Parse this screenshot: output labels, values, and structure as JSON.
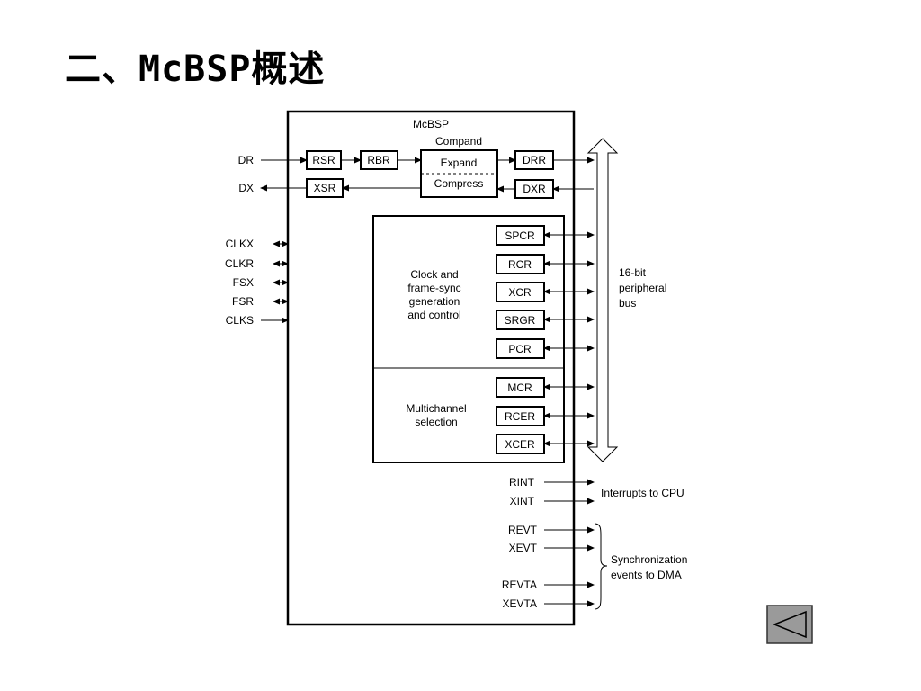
{
  "title": "二、McBSP概述",
  "diagram": {
    "block_title": "McBSP",
    "compand": {
      "label": "Compand",
      "expand": "Expand",
      "compress": "Compress"
    },
    "registers": {
      "rsr": "RSR",
      "rbr": "RBR",
      "drr": "DRR",
      "xsr": "XSR",
      "dxr": "DXR",
      "spcr": "SPCR",
      "rcr": "RCR",
      "xcr": "XCR",
      "srgr": "SRGR",
      "pcr": "PCR",
      "mcr": "MCR",
      "rcer": "RCER",
      "xcer": "XCER"
    },
    "left_pins": {
      "dr": "DR",
      "dx": "DX",
      "clkx": "CLKX",
      "clkr": "CLKR",
      "fsx": "FSX",
      "fsr": "FSR",
      "clks": "CLKS"
    },
    "clock_block": [
      "Clock and",
      "frame-sync",
      "generation",
      "and control"
    ],
    "multichannel_block": [
      "Multichannel",
      "selection"
    ],
    "bus_label": [
      "16-bit",
      "peripheral",
      "bus"
    ],
    "interrupts": {
      "rint": "RINT",
      "xint": "XINT",
      "label": "Interrupts to CPU"
    },
    "sync_events": {
      "revt": "REVT",
      "xevt": "XEVT",
      "revta": "REVTA",
      "xevta": "XEVTA",
      "label": [
        "Synchronization",
        "events to DMA"
      ]
    }
  },
  "nav": {
    "back_icon": "triangle-left-icon",
    "colors": {
      "fill": "#9a9a9a",
      "border": "#333333",
      "glyph": "#000000"
    }
  }
}
